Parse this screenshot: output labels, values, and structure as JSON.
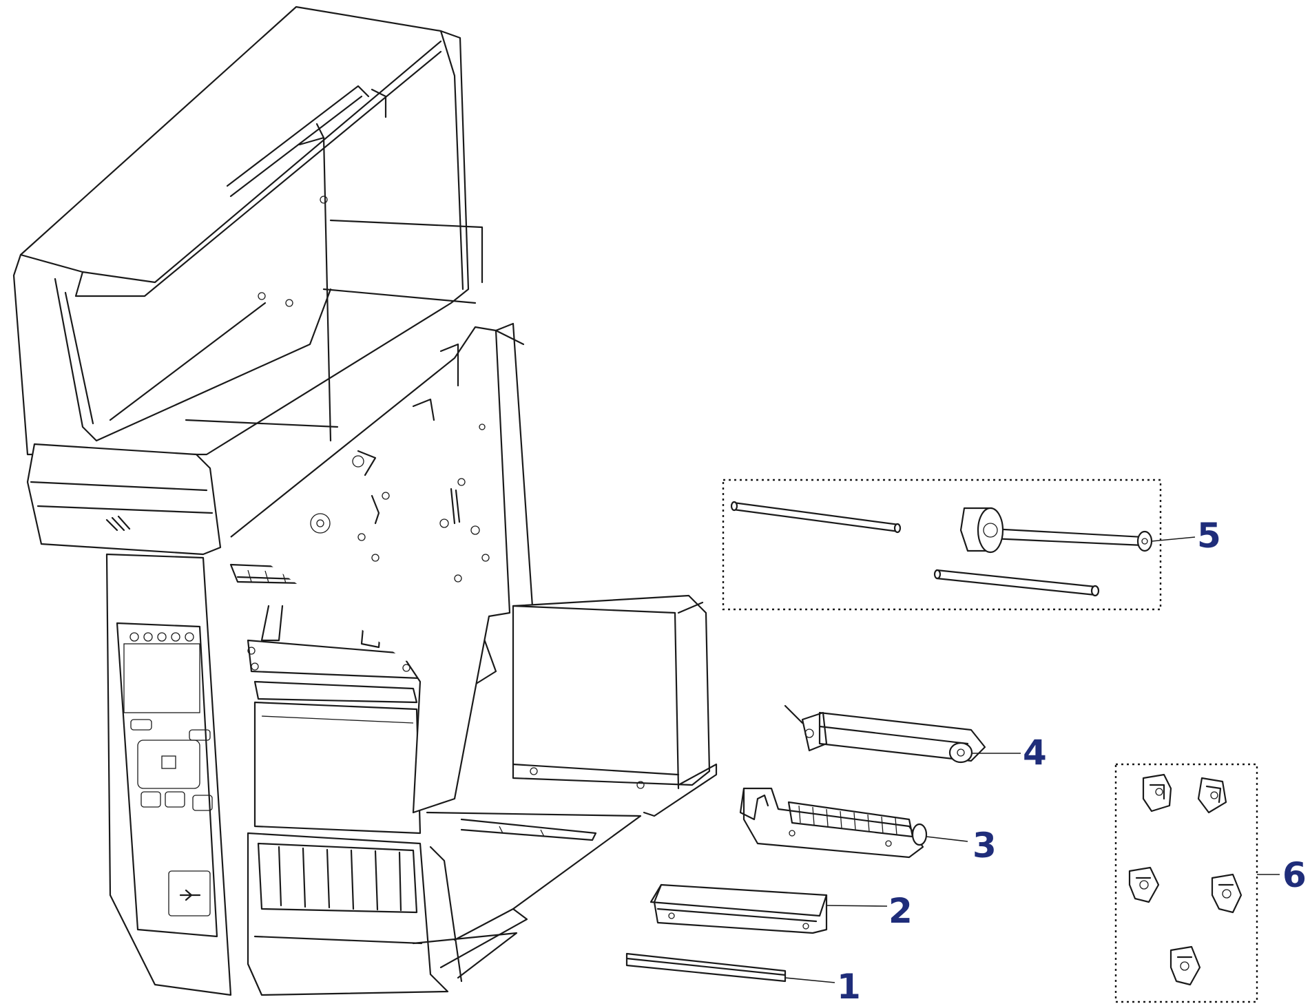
{
  "colors": {
    "line": "#1a1a1a",
    "callout": "#1f2d7a",
    "background": "#ffffff"
  },
  "callouts": [
    {
      "id": "1",
      "label": "1"
    },
    {
      "id": "2",
      "label": "2"
    },
    {
      "id": "3",
      "label": "3"
    },
    {
      "id": "4",
      "label": "4"
    },
    {
      "id": "5",
      "label": "5"
    },
    {
      "id": "6",
      "label": "6"
    }
  ],
  "icons": {
    "usb": "usb-icon",
    "logo": "zebra-logo-icon"
  }
}
